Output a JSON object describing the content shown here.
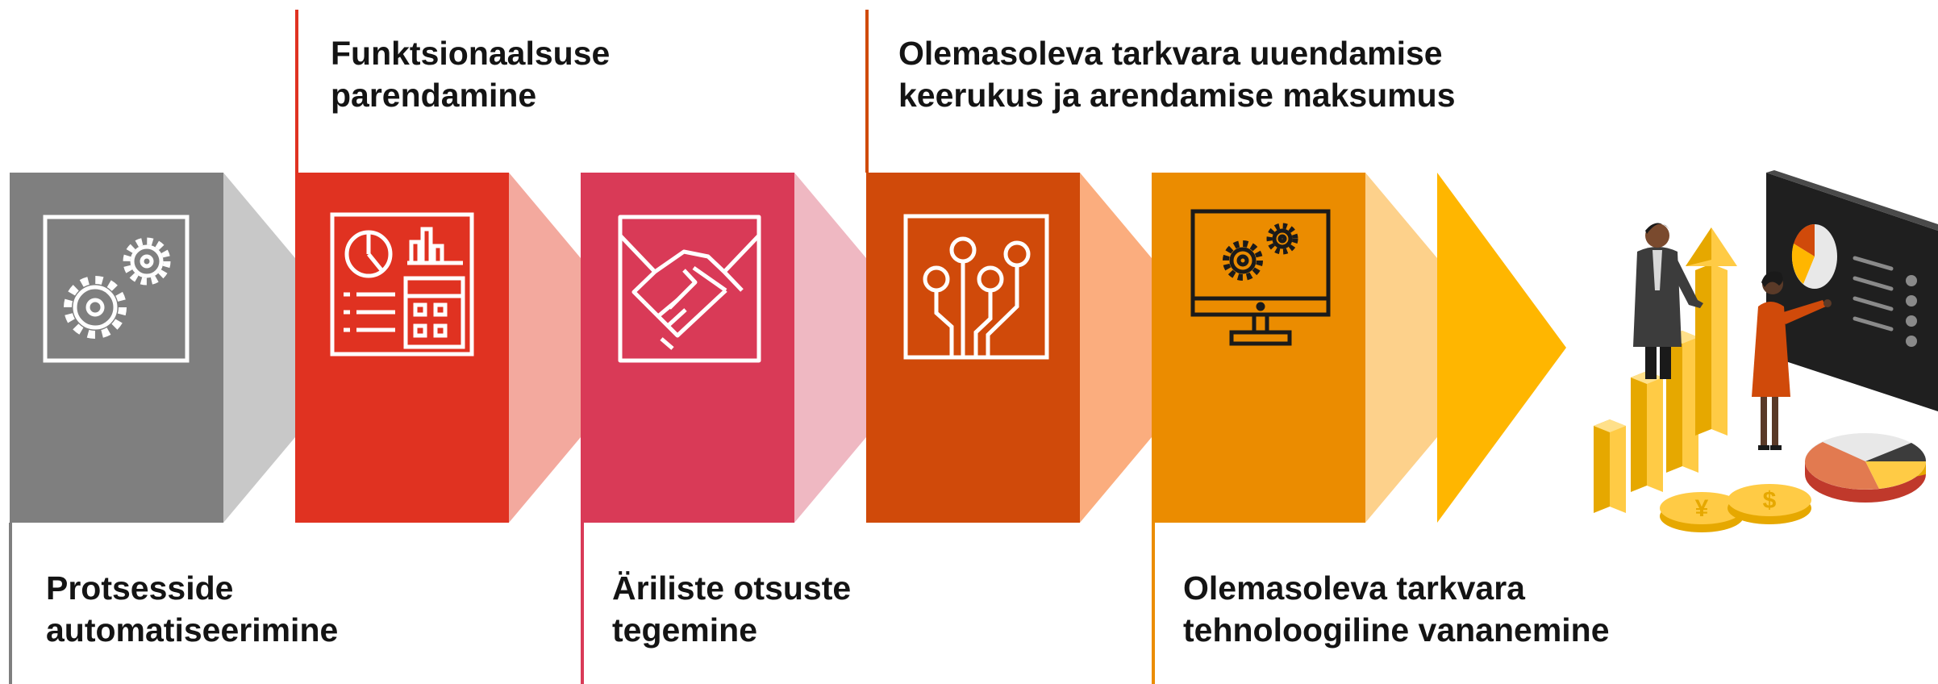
{
  "labels": {
    "protsesside": [
      "Protsesside",
      "automatiseerimine"
    ],
    "funktsionaalsuse": [
      "Funktsionaalsuse",
      "parendamine"
    ],
    "ariliste": [
      "Äriliste otsuste",
      "tegemine"
    ],
    "uuendamise": [
      "Olemasoleva tarkvara uuendamise",
      "keerukus ja arendamise maksumus"
    ],
    "vananemine": [
      "Olemasoleva tarkvara",
      "tehnoloogiline vananemine"
    ]
  },
  "blocks": [
    {
      "name": "block-protsesside",
      "color": "#7f7f7f",
      "connector": "#c8c8c8",
      "icon": "gears-icon"
    },
    {
      "name": "block-funktsionaalsuse",
      "color": "#e03221",
      "connector": "#f3a99e",
      "icon": "dashboard-report-icon"
    },
    {
      "name": "block-ariliste",
      "color": "#d93a57",
      "connector": "#efb8c2",
      "icon": "handshake-icon"
    },
    {
      "name": "block-uuendamise",
      "color": "#d04a0a",
      "connector": "#fbad7e",
      "icon": "circuit-icon"
    },
    {
      "name": "block-vananemine",
      "color": "#eb8c00",
      "connector": "#fdd18b",
      "icon": "monitor-gears-icon"
    }
  ],
  "arrow_color": "#ffb600",
  "illustration": "business-growth-illustration"
}
